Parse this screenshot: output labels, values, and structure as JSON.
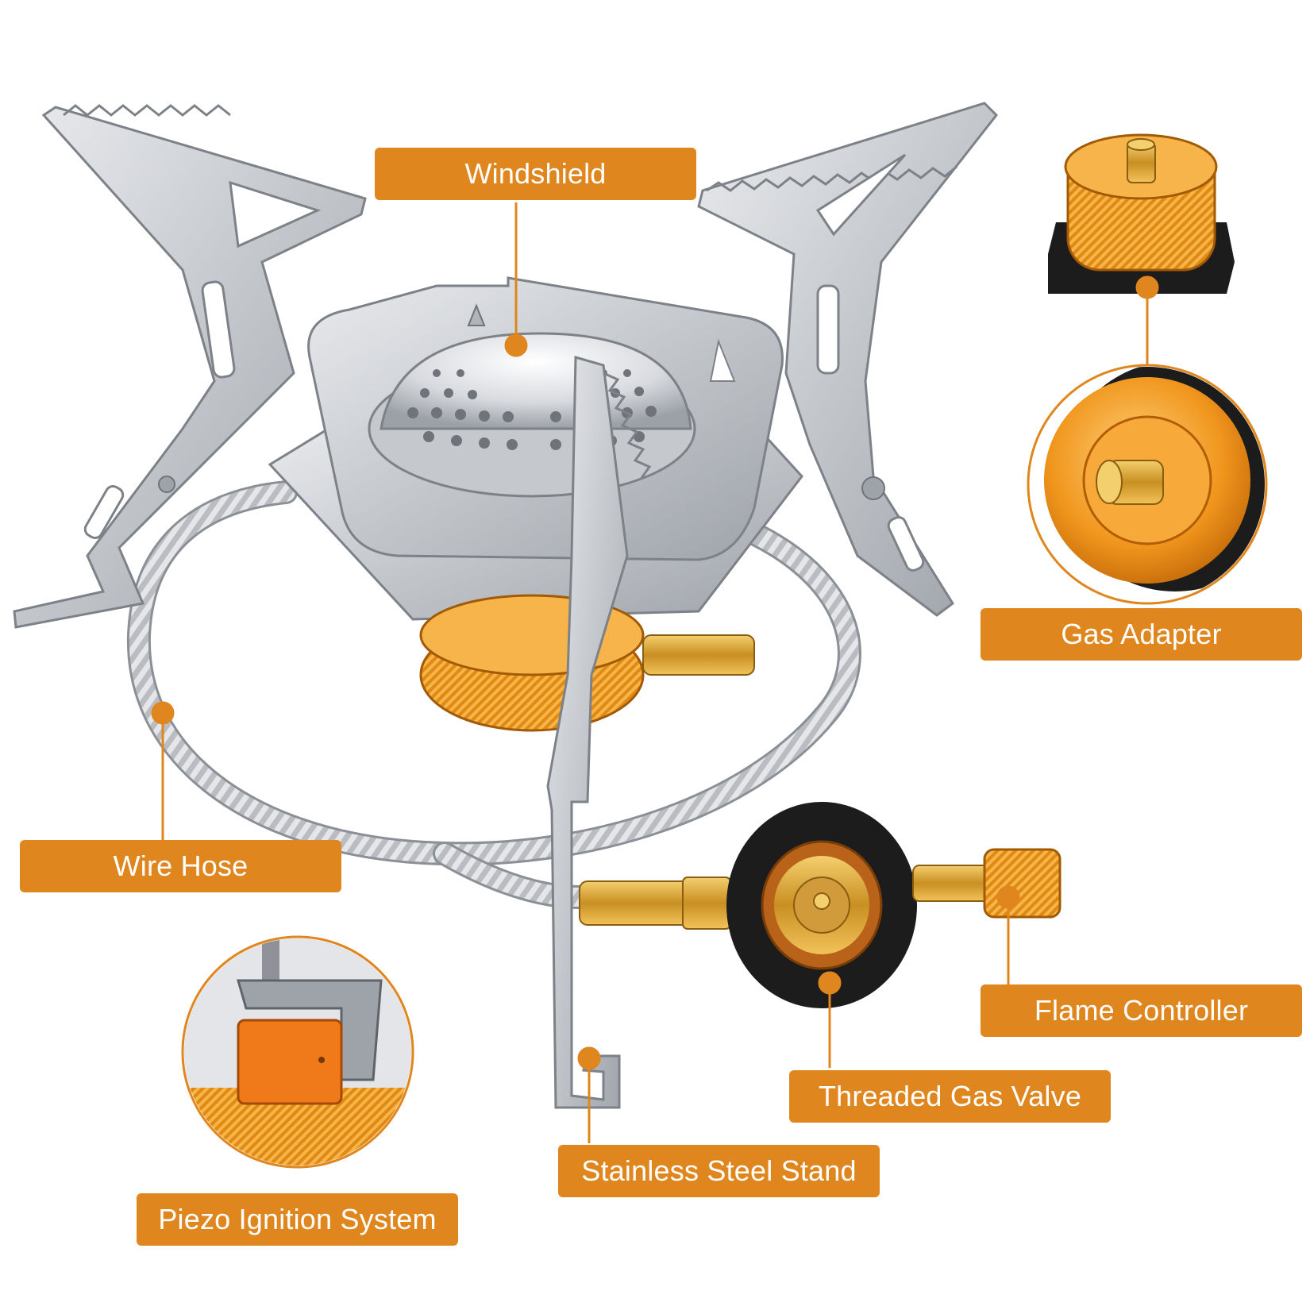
{
  "colors": {
    "accent": "#e0861e",
    "leader": "#e0861e",
    "steel": "#c9ccd0",
    "steel_dark": "#8e9298",
    "brass": "#d8a23a",
    "anodized_orange": "#f0951c",
    "rubber_black": "#1c1c1c"
  },
  "labels": {
    "windshield": "Windshield",
    "gas_adapter": "Gas Adapter",
    "wire_hose": "Wire Hose",
    "flame_controller": "Flame Controller",
    "threaded_gas_valve": "Threaded Gas Valve",
    "stainless_steel_stand": "Stainless Steel Stand",
    "piezo_ignition_system": "Piezo Ignition System"
  }
}
